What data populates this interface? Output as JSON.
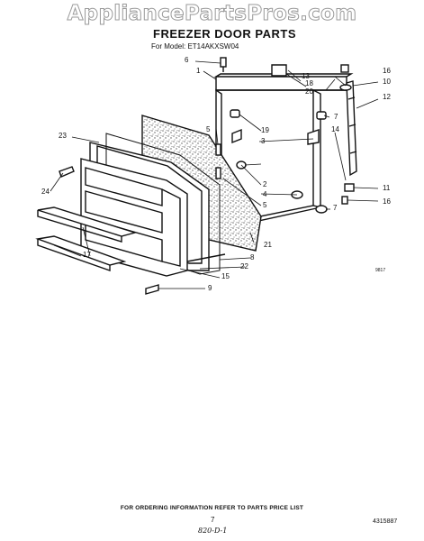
{
  "watermark": "AppliancePartsPros.com",
  "title": "FREEZER DOOR PARTS",
  "model_line": "For Model: ET14AKXSW04",
  "footer_note": "FOR ORDERING INFORMATION REFER TO PARTS PRICE LIST",
  "page_number": "7",
  "handwritten_note": "820-D-1",
  "part_code": "4315887",
  "figure_code": "9817",
  "callouts": [
    "1",
    "2",
    "3",
    "4",
    "5",
    "5",
    "6",
    "7",
    "7",
    "8",
    "9",
    "10",
    "11",
    "12",
    "13",
    "14",
    "15",
    "16",
    "16",
    "17",
    "18",
    "19",
    "20",
    "21",
    "22",
    "23",
    "24"
  ],
  "colors": {
    "line": "#111111",
    "insulation": "#8a8a8a",
    "watermark_stroke": "#9a9a9a"
  }
}
